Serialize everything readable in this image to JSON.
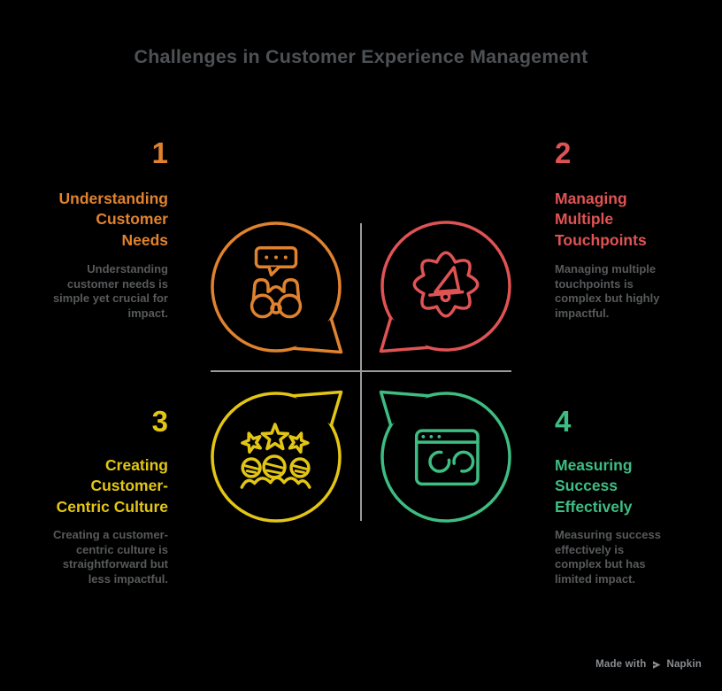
{
  "title": "Challenges in Customer Experience Management",
  "colors": {
    "background": "#000000",
    "title_text": "#4D5154",
    "body_text": "#57595B",
    "divider": "#9A9C9C",
    "watermark": "#8A8D90",
    "step1_accent": "#E0822E",
    "step2_accent": "#E05354",
    "step3_accent": "#E3C614",
    "step4_accent": "#3DBD82"
  },
  "quadrants": [
    {
      "number": "1",
      "title": "Understanding\nCustomer\nNeeds",
      "description": "Understanding\ncustomer needs is\nsimple yet crucial for\nimpact.",
      "color": "#E0822E",
      "icon": "binoculars-message-icon"
    },
    {
      "number": "2",
      "title": "Managing\nMultiple\nTouchpoints",
      "description": "Managing multiple\ntouchpoints is\ncomplex but highly\nimpactful.",
      "color": "#E05354",
      "icon": "gear-megaphone-icon"
    },
    {
      "number": "3",
      "title": "Creating\nCustomer-\nCentric Culture",
      "description": "Creating a customer-\ncentric culture is\nstraightforward but\nless impactful.",
      "color": "#E3C614",
      "icon": "team-rating-stars-icon"
    },
    {
      "number": "4",
      "title": "Measuring\nSuccess\nEffectively",
      "description": "Measuring success\neffectively is\ncomplex but has\nlimited impact.",
      "color": "#3DBD82",
      "icon": "analytics-window-icon"
    }
  ],
  "watermark": {
    "label": "Made with",
    "brand": "Napkin",
    "logo": "napkin-logo-icon"
  }
}
